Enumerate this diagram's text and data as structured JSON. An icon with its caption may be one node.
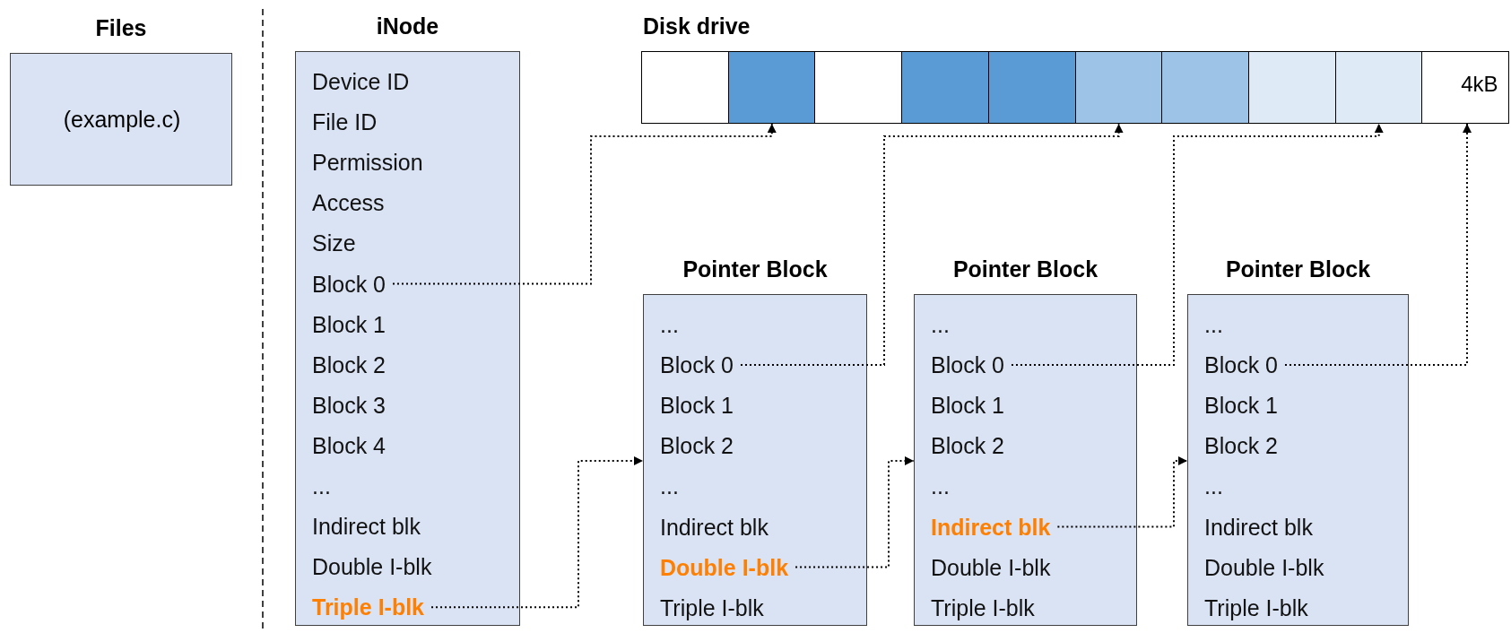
{
  "diagram": {
    "nodes": [
      {
        "text": [
          "Files",
          "(example.c)"
        ]
      },
      {
        "text": [
          "iNode"
        ]
      },
      {
        "text": [
          "Device ID"
        ],
        "in": 1
      },
      {
        "text": [
          "File ID"
        ],
        "in": 1
      },
      {
        "text": [
          "Permission"
        ],
        "in": 1
      },
      {
        "text": [
          "Access"
        ],
        "in": 1
      },
      {
        "text": [
          "Size"
        ],
        "in": 1
      },
      {
        "text": [
          "Block 0"
        ],
        "in": 1
      },
      {
        "text": [
          "Block 1"
        ],
        "in": 1
      },
      {
        "text": [
          "Block 2"
        ],
        "in": 1
      },
      {
        "text": [
          "Block 3"
        ],
        "in": 1
      },
      {
        "text": [
          "Block 4"
        ],
        "in": 1
      },
      {
        "text": [
          "..."
        ],
        "in": 1
      },
      {
        "text": [
          "Indirect blk"
        ],
        "in": 1
      },
      {
        "text": [
          "Double I-blk"
        ],
        "in": 1
      },
      {
        "text": [
          "Triple I-blk"
        ],
        "in": 1
      },
      {
        "text": [
          "Disk drive"
        ]
      },
      {
        "text": [],
        "shape": "box",
        "in": 16
      },
      {
        "text": [],
        "shape": "box",
        "in": 16
      },
      {
        "text": [],
        "shape": "box",
        "in": 16
      },
      {
        "text": [],
        "shape": "box",
        "in": 16
      },
      {
        "text": [],
        "shape": "box",
        "in": 16
      },
      {
        "text": [],
        "shape": "box",
        "in": 16
      },
      {
        "text": [],
        "shape": "box",
        "in": 16
      },
      {
        "text": [],
        "shape": "box",
        "in": 16
      },
      {
        "text": [],
        "shape": "box",
        "in": 16
      },
      {
        "text": [
          "4kB"
        ],
        "in": 16
      },
      {
        "text": [
          "Pointer Block"
        ]
      },
      {
        "text": [
          "..."
        ],
        "in": 27
      },
      {
        "text": [
          "Block 0"
        ],
        "in": 27
      },
      {
        "text": [
          "Block 1"
        ],
        "in": 27
      },
      {
        "text": [
          "Block 2"
        ],
        "in": 27
      },
      {
        "text": [
          "..."
        ],
        "in": 27
      },
      {
        "text": [
          "Indirect blk"
        ],
        "in": 27
      },
      {
        "text": [
          "Double I-blk"
        ],
        "in": 27
      },
      {
        "text": [
          "Triple I-blk"
        ],
        "in": 27
      },
      {
        "text": [
          "Pointer Block"
        ]
      },
      {
        "text": [
          "..."
        ],
        "in": 36
      },
      {
        "text": [
          "Block 0"
        ],
        "in": 36
      },
      {
        "text": [
          "Block 1"
        ],
        "in": 36
      },
      {
        "text": [
          "Block 2"
        ],
        "in": 36
      },
      {
        "text": [
          "..."
        ],
        "in": 36
      },
      {
        "text": [
          "Indirect blk"
        ],
        "in": 36
      },
      {
        "text": [
          "Double I-blk"
        ],
        "in": 36
      },
      {
        "text": [
          "Triple I-blk"
        ],
        "in": 36
      },
      {
        "text": [
          "Pointer Block"
        ]
      },
      {
        "text": [
          "..."
        ],
        "in": 45
      },
      {
        "text": [
          "Block 0"
        ],
        "in": 45
      },
      {
        "text": [
          "Block 1"
        ],
        "in": 45
      },
      {
        "text": [
          "Block 2"
        ],
        "in": 45
      },
      {
        "text": [
          "..."
        ],
        "in": 45
      },
      {
        "text": [
          "Indirect blk"
        ],
        "in": 45
      },
      {
        "text": [
          "Double I-blk"
        ],
        "in": 45
      },
      {
        "text": [
          "Triple I-blk"
        ],
        "in": 45
      }
    ],
    "edges": [
      {
        "from": 7,
        "to": 18,
        "arrow": "to"
      },
      {
        "from": 15,
        "to": 27,
        "arrow": "to"
      },
      {
        "from": 29,
        "to": 22,
        "arrow": "to"
      },
      {
        "from": 34,
        "to": 36,
        "arrow": "to"
      },
      {
        "from": 38,
        "to": 25,
        "arrow": "to"
      },
      {
        "from": 42,
        "to": 45,
        "arrow": "to"
      },
      {
        "from": 47,
        "to": 26,
        "arrow": "to"
      }
    ]
  }
}
